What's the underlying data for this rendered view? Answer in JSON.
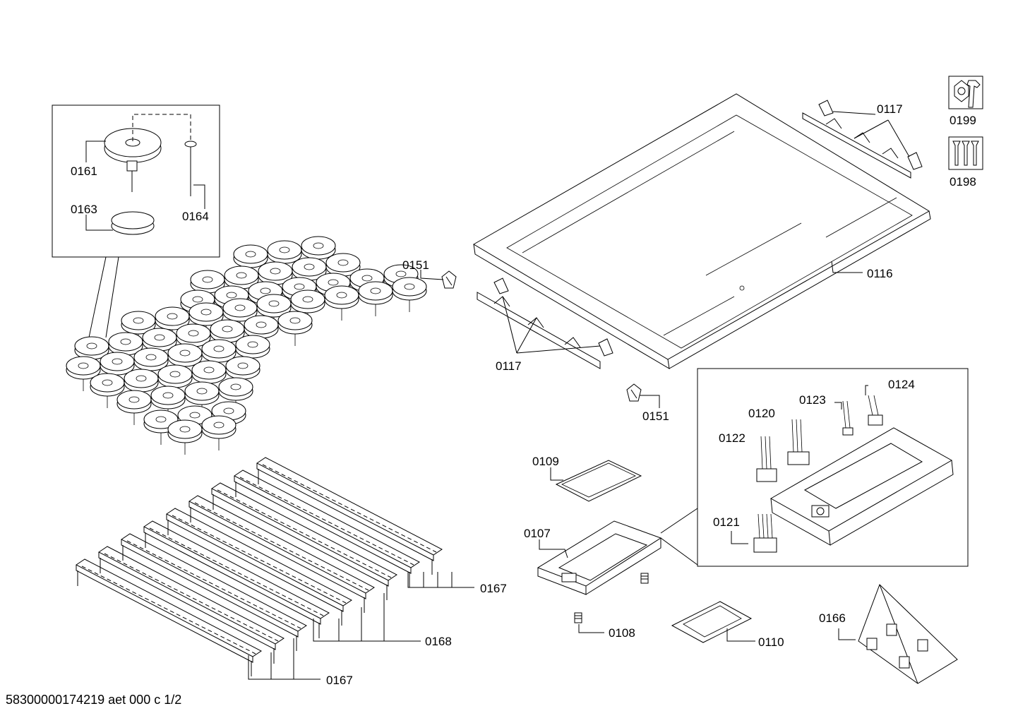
{
  "labels": {
    "p0117_top": "0117",
    "p0199": "0199",
    "p0198": "0198",
    "p0161": "0161",
    "p0163": "0163",
    "p0164": "0164",
    "p0151_left": "0151",
    "p0116": "0116",
    "p0117_bottom": "0117",
    "p0151_right": "0151",
    "p0124": "0124",
    "p0123": "0123",
    "p0120": "0120",
    "p0122": "0122",
    "p0109": "0109",
    "p0107": "0107",
    "p0121": "0121",
    "p0167_top": "0167",
    "p0168": "0168",
    "p0167_bottom": "0167",
    "p0108": "0108",
    "p0110": "0110",
    "p0166": "0166"
  },
  "footer": {
    "doc_id": "58300000174219 aet 000 c 1/2"
  }
}
